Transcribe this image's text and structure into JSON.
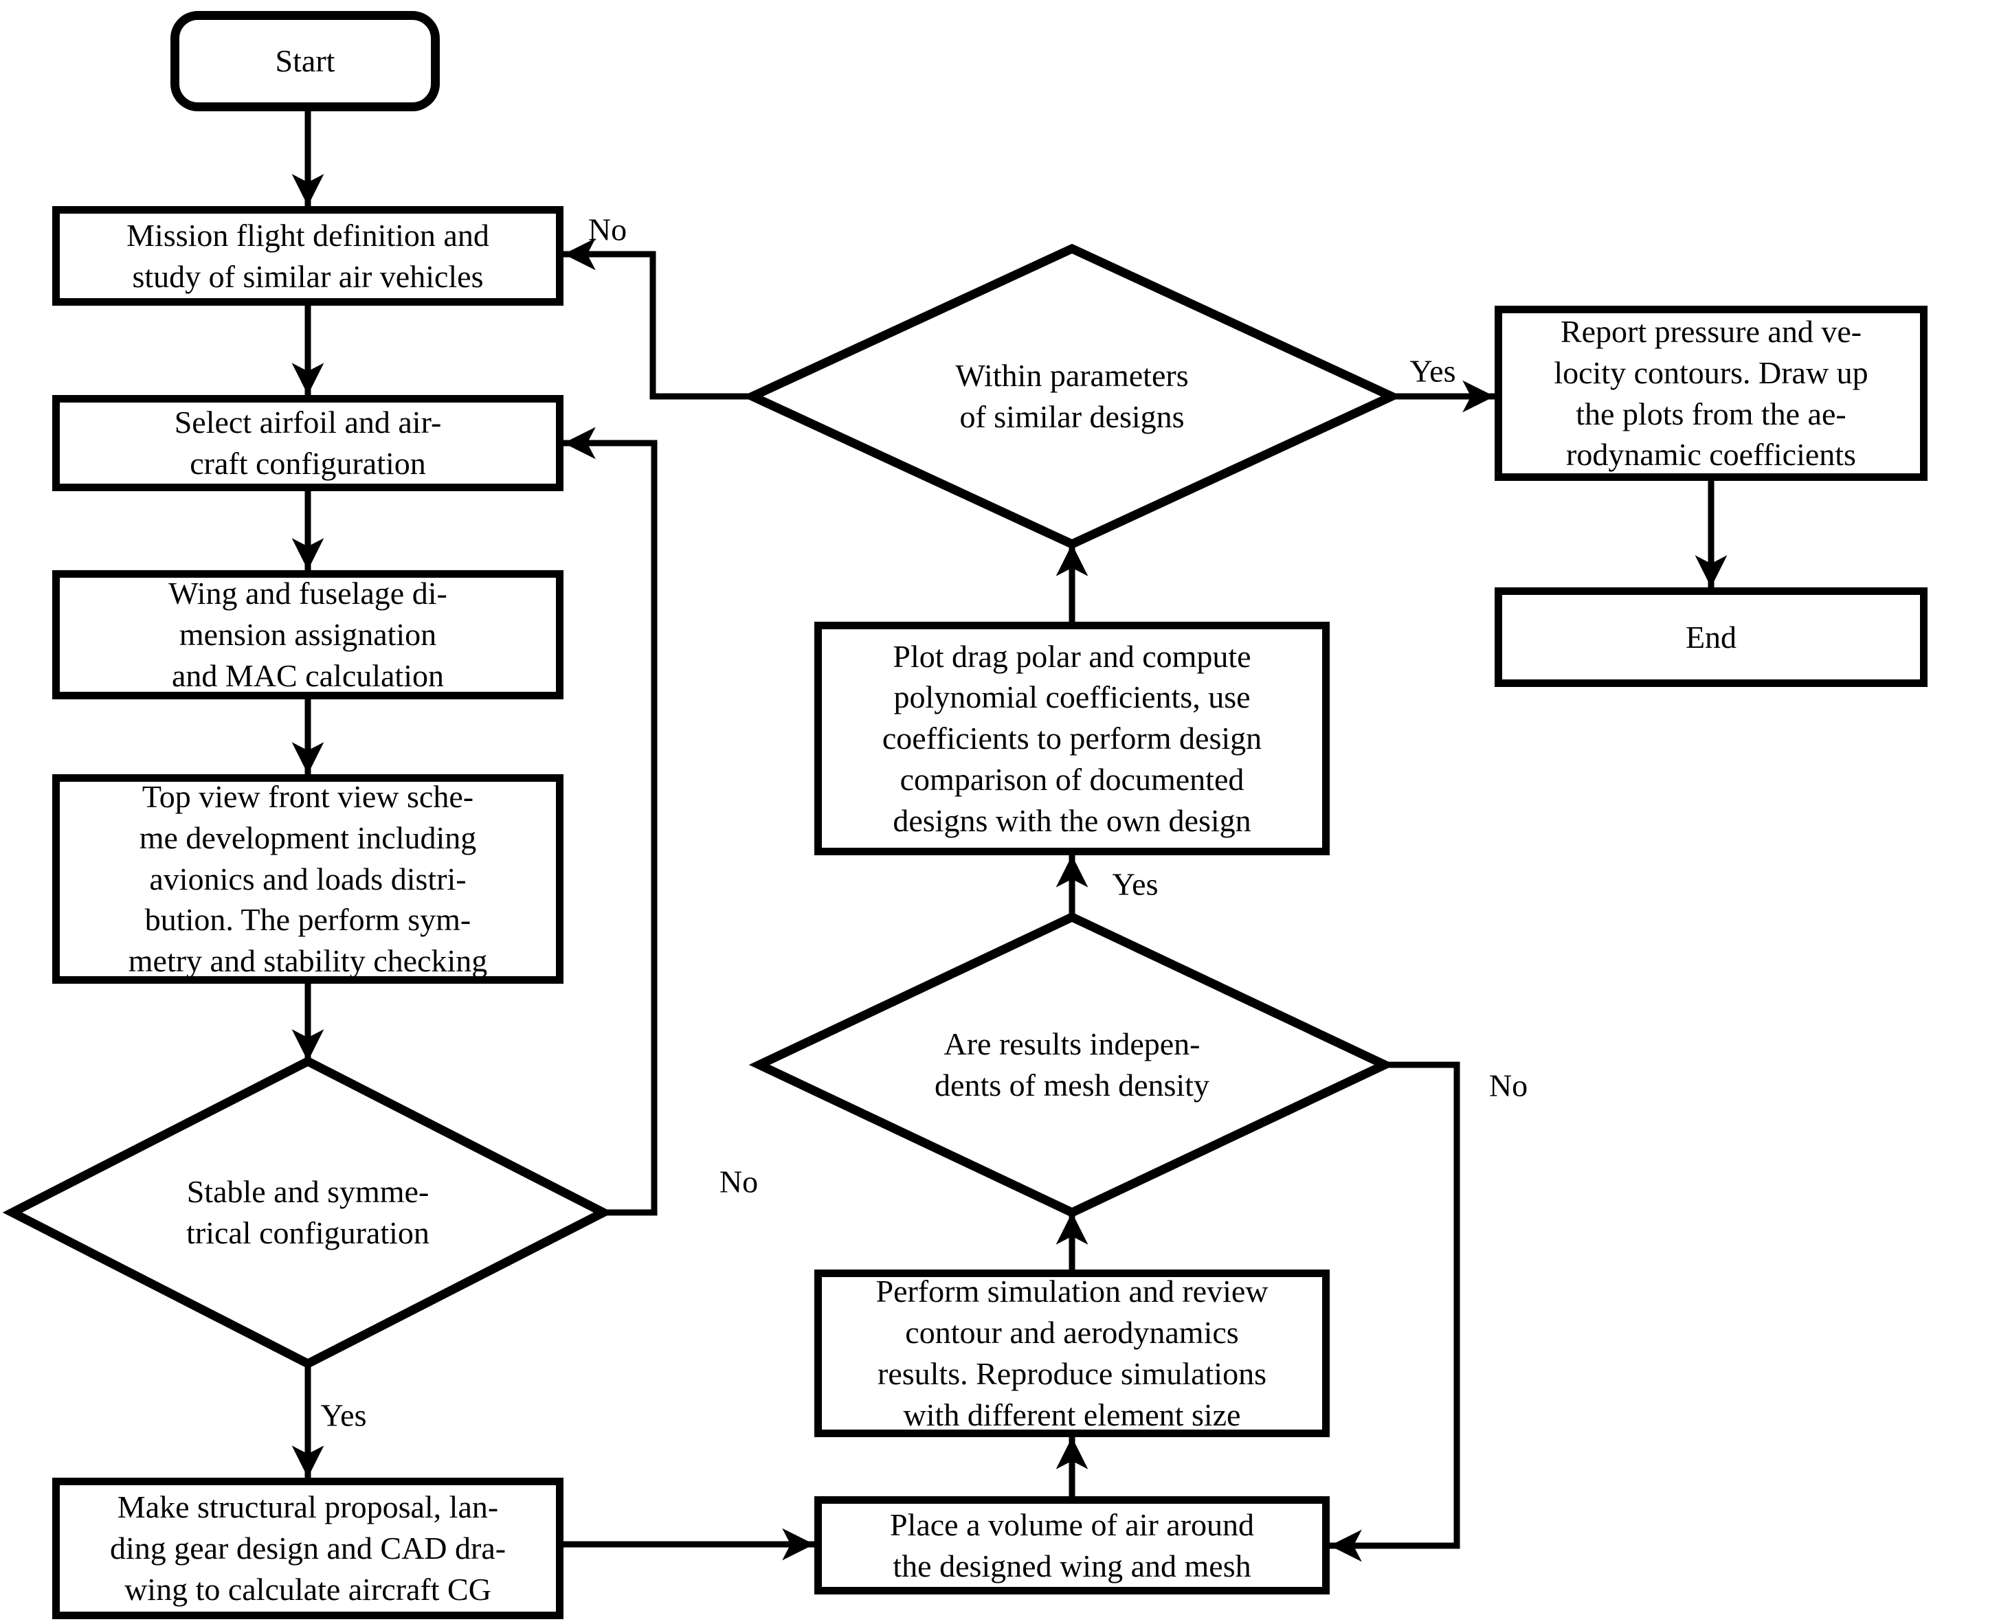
{
  "diagram": {
    "type": "flowchart",
    "colors": {
      "stroke": "#000000",
      "background": "#ffffff",
      "fill": "#ffffff"
    },
    "nodes": {
      "start": {
        "type": "terminal",
        "lines": [
          "Start"
        ]
      },
      "mission": {
        "type": "process",
        "lines": [
          "Mission flight definition and",
          "study of similar air vehicles"
        ]
      },
      "select": {
        "type": "process",
        "lines": [
          "Select airfoil and air-",
          "craft configuration"
        ]
      },
      "wing": {
        "type": "process",
        "lines": [
          "Wing and fuselage di-",
          "mension assignation",
          "and MAC calculation"
        ]
      },
      "scheme": {
        "type": "process",
        "lines": [
          "Top view front view sche-",
          "me development including",
          "avionics and loads distri-",
          "bution. The perform sym-",
          "metry and stability checking"
        ]
      },
      "stable": {
        "type": "decision",
        "lines": [
          "Stable and symme-",
          "trical configuration"
        ]
      },
      "structural": {
        "type": "process",
        "lines": [
          "Make structural proposal, lan-",
          "ding gear design and CAD dra-",
          "wing to calculate aircraft CG"
        ]
      },
      "volume": {
        "type": "process",
        "lines": [
          "Place a volume of air around",
          "the designed wing and mesh"
        ]
      },
      "simulation": {
        "type": "process",
        "lines": [
          "Perform simulation and review",
          "contour and aerodynamics",
          "results. Reproduce simulations",
          "with different element size"
        ]
      },
      "mesh": {
        "type": "decision",
        "lines": [
          "Are results indepen-",
          "dents of mesh density"
        ]
      },
      "drag": {
        "type": "process",
        "lines": [
          "Plot drag polar and compute",
          "polynomial coefficients, use",
          "coefficients to perform design",
          "comparison of documented",
          "designs with the own design"
        ]
      },
      "within": {
        "type": "decision",
        "lines": [
          "Within parameters",
          "of similar designs"
        ]
      },
      "report": {
        "type": "process",
        "lines": [
          "Report pressure and ve-",
          "locity contours. Draw up",
          "the plots from the ae-",
          "rodynamic coefficients"
        ]
      },
      "end": {
        "type": "process",
        "lines": [
          "End"
        ]
      }
    },
    "edge_labels": {
      "within_no": "No",
      "stable_no": "No",
      "stable_yes": "Yes",
      "within_yes": "Yes",
      "mesh_yes": "Yes",
      "mesh_no": "No"
    }
  }
}
